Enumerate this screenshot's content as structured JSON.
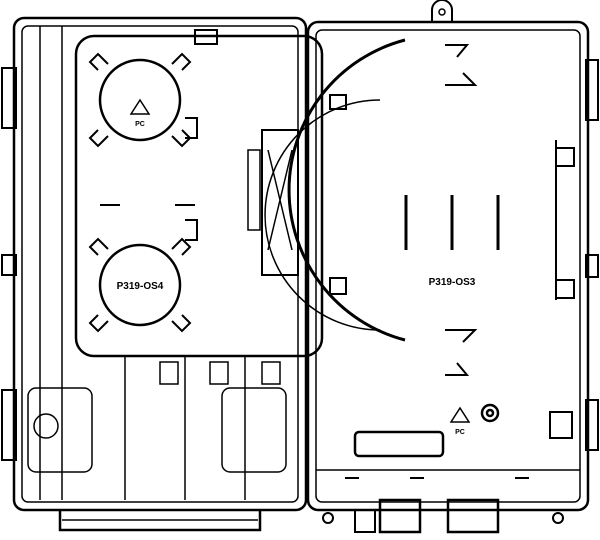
{
  "drawing": {
    "left_tray_label": "P319-OS4",
    "right_cover_label": "P319-OS3",
    "recycle_mark": "PC",
    "line_color": "#000000",
    "background_color": "#ffffff"
  }
}
